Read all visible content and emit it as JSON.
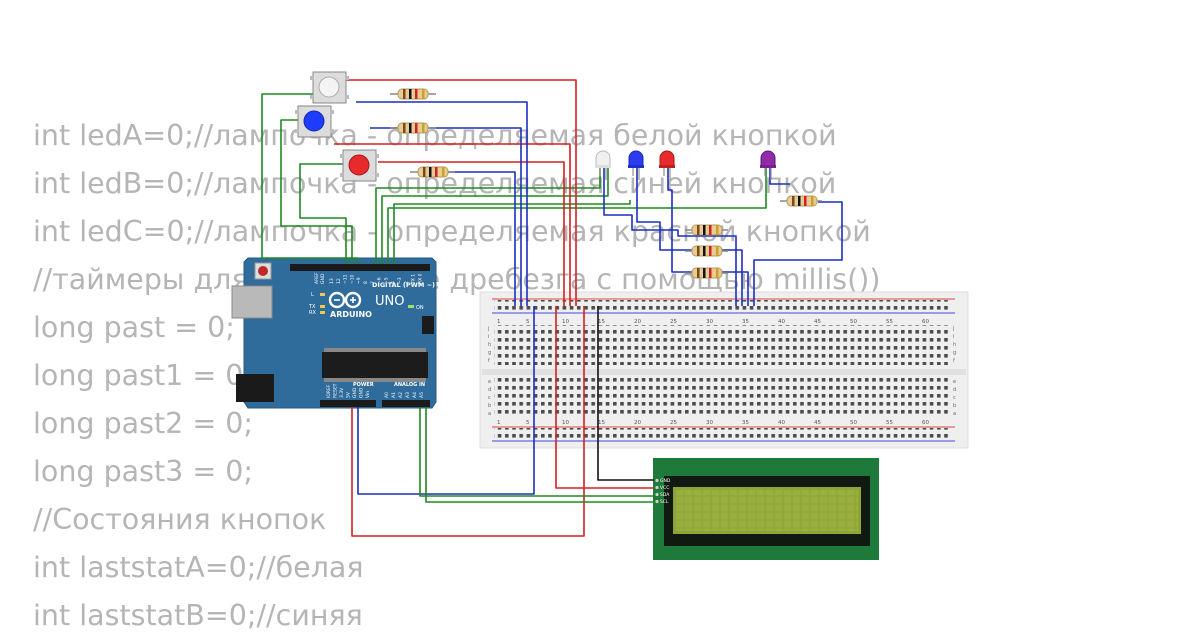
{
  "code_lines": [
    "int ledA=0;//лампочка - определяемая белой кнопкой",
    "int ledB=0;//лампочка - определяемая синей кнопкой",
    "int ledC=0;//лампочка - определяемая красной кнопкой",
    "//таймеры для исключение дребезга с помощью millis())",
    "long past = 0;",
    "long past1 = 0;",
    "long past2 = 0;",
    "long past3 = 0;",
    "//Состояния кнопок",
    "int laststatA=0;//белая",
    "int laststatB=0;//синяя"
  ],
  "arduino": {
    "model": "UNO",
    "brand": "ARDUINO",
    "digital_label": "DIGITAL (PWM ~)",
    "power_label": "POWER",
    "analog_label": "ANALOG IN",
    "on_label": "ON",
    "l_label": "L",
    "tx_label": "TX",
    "rx_label": "RX",
    "aref_label": "AREF",
    "gnd_label": "GND",
    "power_pins": [
      "IOREF",
      "RESET",
      "3.3V",
      "5V",
      "GND",
      "GND",
      "Vin"
    ],
    "analog_pins": [
      "A0",
      "A1",
      "A2",
      "A3",
      "A4",
      "A5"
    ],
    "digital_pins": [
      "13",
      "12",
      "~11",
      "~10",
      "~9",
      "8",
      "7",
      "~6",
      "~5",
      "4",
      "~3",
      "2",
      "TX 1",
      "RX 0"
    ]
  },
  "breadboard": {
    "column_numbers_top": [
      "1",
      "5",
      "10",
      "15",
      "20",
      "25",
      "30",
      "35",
      "40",
      "45",
      "50",
      "55",
      "60"
    ],
    "column_numbers_bottom": [
      "1",
      "5",
      "10",
      "15",
      "20",
      "25",
      "30",
      "35",
      "40",
      "45",
      "50",
      "55",
      "60"
    ],
    "row_letters_top": [
      "j",
      "i",
      "h",
      "g",
      "f"
    ],
    "row_letters_bottom": [
      "e",
      "d",
      "c",
      "b",
      "a"
    ]
  },
  "lcd": {
    "pins": [
      "GND",
      "VCC",
      "SDA",
      "SCL"
    ]
  },
  "colors": {
    "wire_red": "#d42020",
    "wire_blue": "#1c2fbf",
    "wire_green": "#1f8a1f",
    "wire_black": "#111111",
    "arduino_board": "#2f6c9c",
    "lcd_pcb": "#1e7a3a",
    "lcd_screen": "#8da534",
    "led_white": "#f0f0f0",
    "led_blue": "#2b3cf0",
    "led_red": "#e82a2a",
    "led_purple": "#8f2aa8",
    "button_white": "#f4f4f4",
    "button_blue": "#1e3cff",
    "button_red": "#e82a2a"
  },
  "icons": [
    "arduino-infinity-logo",
    "pushbutton-icon",
    "led-icon",
    "resistor-icon"
  ]
}
